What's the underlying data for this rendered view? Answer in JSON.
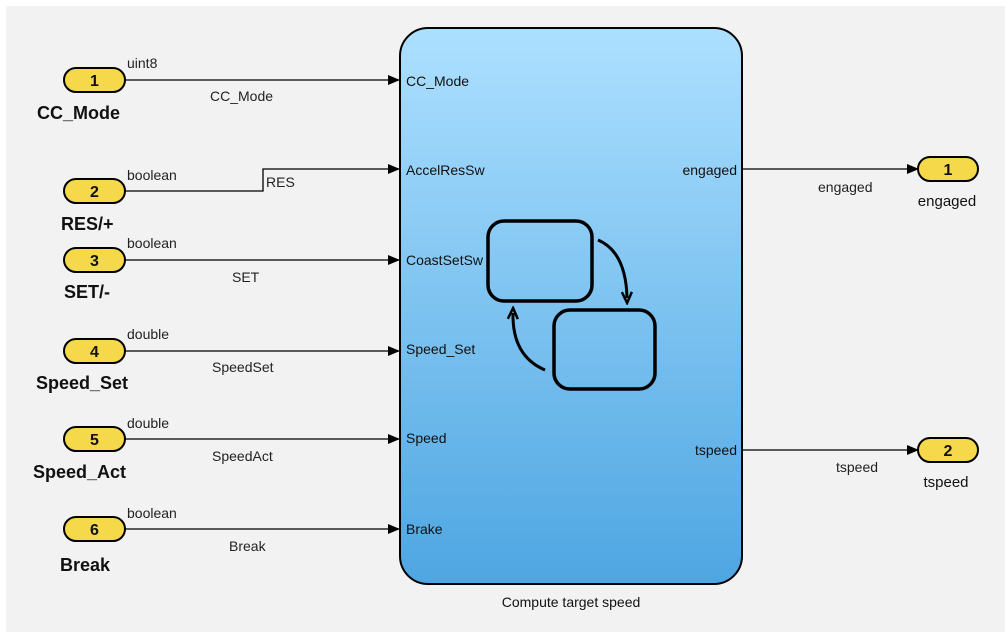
{
  "colors": {
    "canvas_bg": "#f2f2f2",
    "port_fill": "#f5d94a",
    "block_top": "#ade0ff",
    "block_bottom": "#4ea6e2",
    "line": "#000000"
  },
  "inports": [
    {
      "number": "1",
      "name": "CC_Mode",
      "datatype": "uint8",
      "signal": "CC_Mode"
    },
    {
      "number": "2",
      "name": "RES/+",
      "datatype": "boolean",
      "signal": "RES"
    },
    {
      "number": "3",
      "name": "SET/-",
      "datatype": "boolean",
      "signal": "SET"
    },
    {
      "number": "4",
      "name": "Speed_Set",
      "datatype": "double",
      "signal": "SpeedSet"
    },
    {
      "number": "5",
      "name": "Speed_Act",
      "datatype": "double",
      "signal": "SpeedAct"
    },
    {
      "number": "6",
      "name": "Break",
      "datatype": "boolean",
      "signal": "Break"
    }
  ],
  "block": {
    "caption": "Compute target speed",
    "icon": "stateflow-chart-icon",
    "input_ports": [
      "CC_Mode",
      "AccelResSw",
      "CoastSetSw",
      "Speed_Set",
      "Speed",
      "Brake"
    ],
    "output_ports": [
      "engaged",
      "tspeed"
    ]
  },
  "outports": [
    {
      "number": "1",
      "name": "engaged",
      "signal": "engaged"
    },
    {
      "number": "2",
      "name": "tspeed",
      "signal": "tspeed"
    }
  ]
}
